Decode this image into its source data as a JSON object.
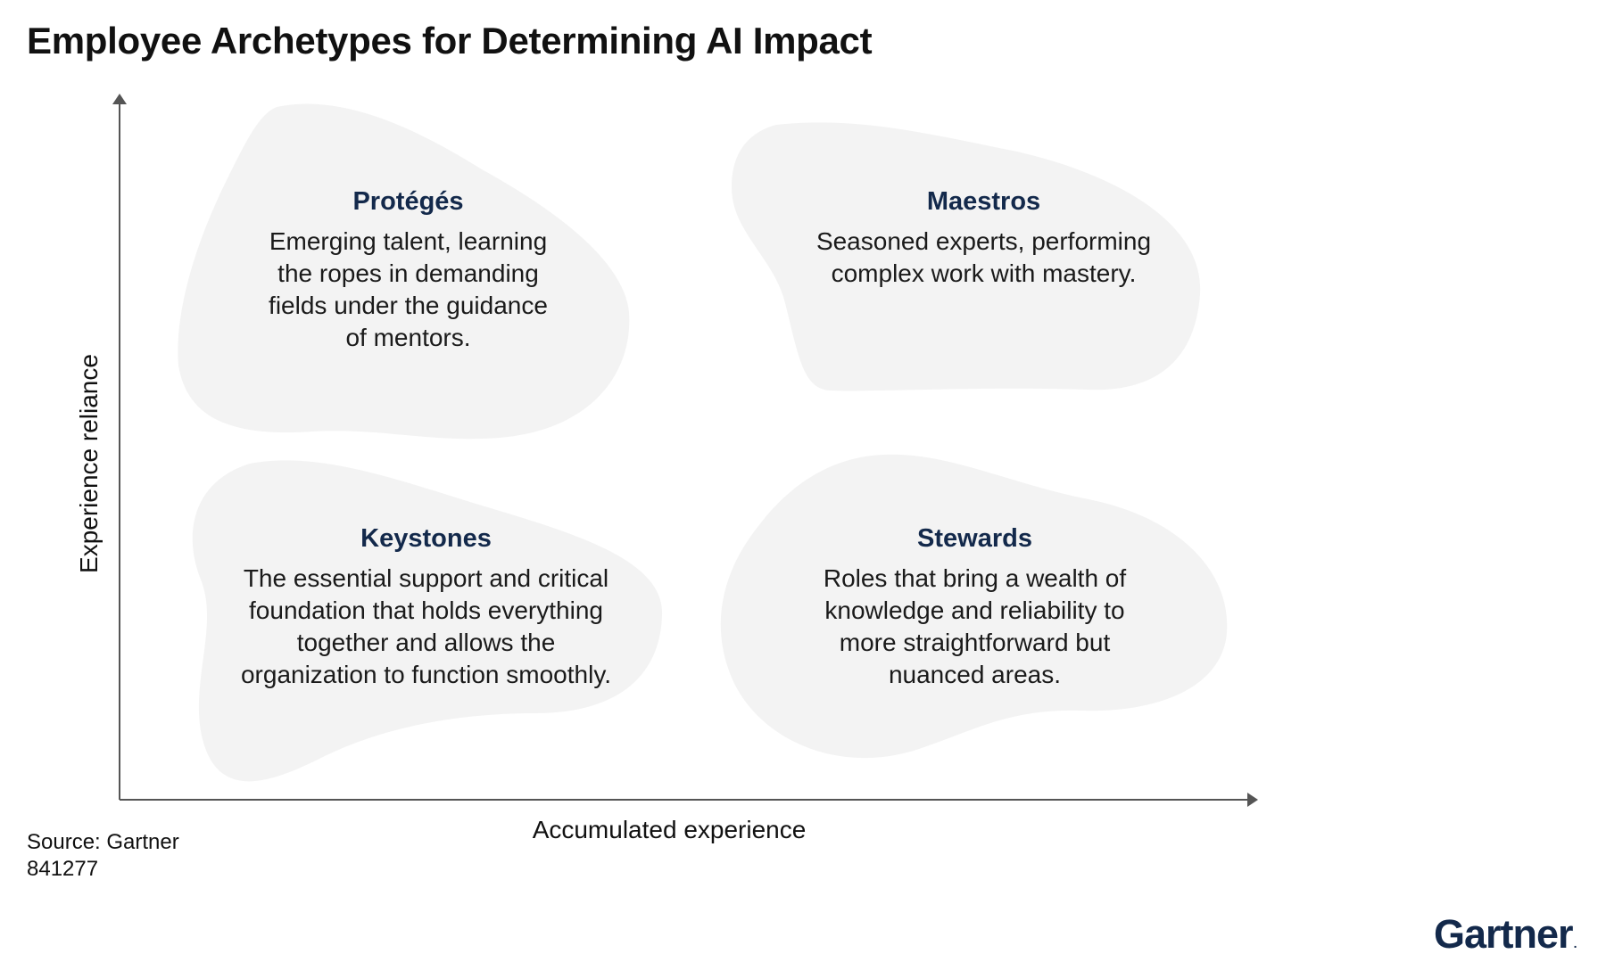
{
  "title": "Employee Archetypes for Determining AI Impact",
  "axes": {
    "x_label": "Accumulated experience",
    "y_label": "Experience reliance"
  },
  "quadrants": [
    {
      "title": "Protégés",
      "description": [
        "Emerging talent, learning",
        "the ropes in demanding",
        "fields under the guidance",
        "of mentors."
      ]
    },
    {
      "title": "Maestros",
      "description": [
        "Seasoned experts, performing",
        "complex work with mastery."
      ]
    },
    {
      "title": "Keystones",
      "description": [
        "The essential support and critical",
        "foundation that holds everything",
        "together and allows the",
        "organization to function smoothly."
      ]
    },
    {
      "title": "Stewards",
      "description": [
        "Roles that bring a wealth of",
        "knowledge and reliability to",
        "more straightforward but",
        "nuanced areas."
      ]
    }
  ],
  "source": {
    "text": "Source: Gartner",
    "id": "841277"
  },
  "logo": {
    "text": "Gartner",
    "mark": "."
  },
  "colors": {
    "blob_fill": "#f3f3f3",
    "heading": "#13294b",
    "axis": "#555555"
  }
}
